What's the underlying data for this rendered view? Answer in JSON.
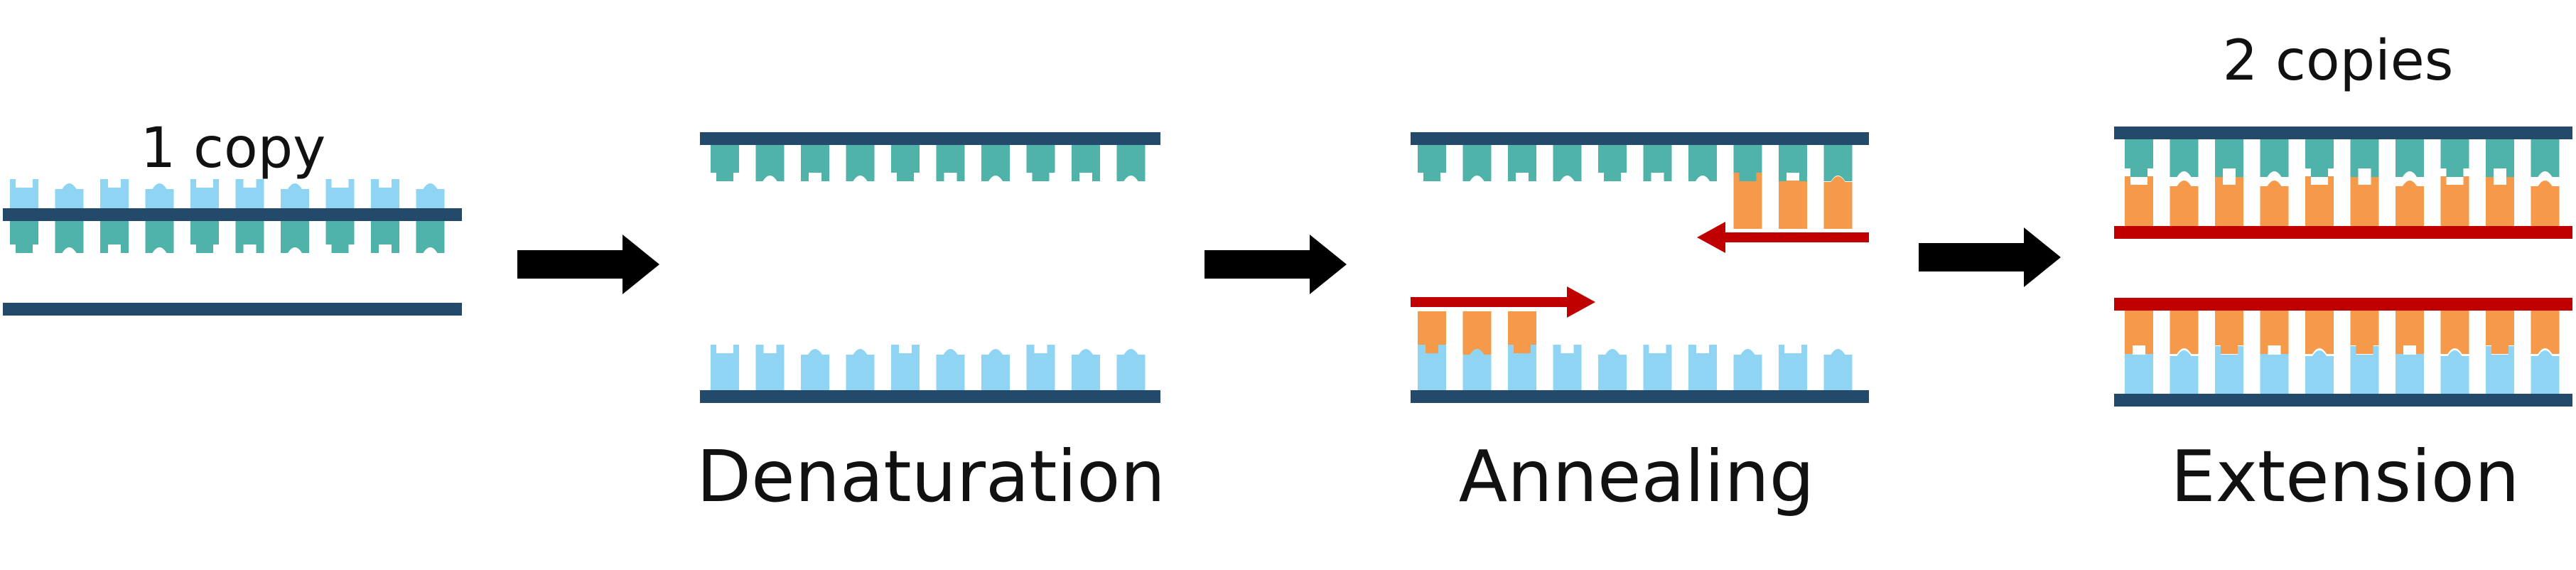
{
  "labels": {
    "start": "1 copy",
    "end": "2 copies",
    "denaturation": "Denaturation",
    "annealing": "Annealing",
    "extension": "Extension"
  },
  "colors": {
    "backbone": "#234a6b",
    "template_top_base": "#4fb3aa",
    "template_bottom_base": "#8fd4f2",
    "new_base": "#f59a4b",
    "primer": "#c00000",
    "flow_arrow": "#000000"
  },
  "icons": {
    "flow_arrow": "arrow-right-icon",
    "primer_arrow": "primer-arrow-icon"
  }
}
